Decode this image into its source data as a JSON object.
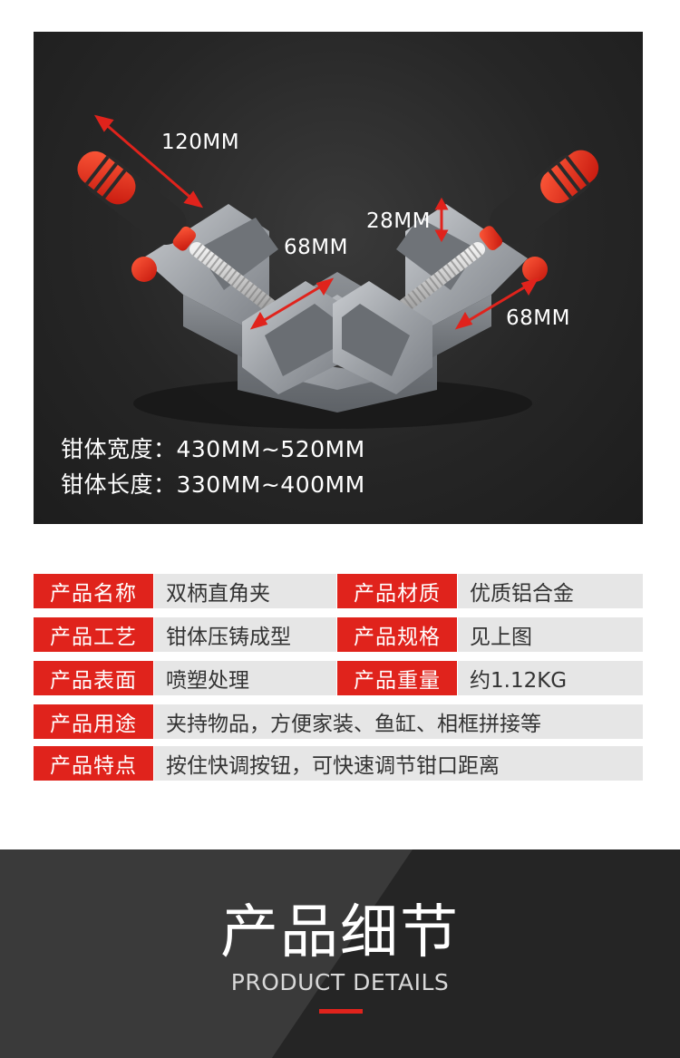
{
  "photo": {
    "dimensions": {
      "handle_length": "120MM",
      "jaw_width_left": "68MM",
      "jaw_height": "28MM",
      "jaw_width_right": "68MM"
    },
    "specs": [
      "钳体宽度：430MM~520MM",
      "钳体长度：330MM~400MM"
    ]
  },
  "spec_table": {
    "rows": [
      {
        "label1": "产品名称",
        "value1": "双柄直角夹",
        "label2": "产品材质",
        "value2": "优质铝合金"
      },
      {
        "label1": "产品工艺",
        "value1": "钳体压铸成型",
        "label2": "产品规格",
        "value2": "见上图"
      },
      {
        "label1": "产品表面",
        "value1": "喷塑处理",
        "label2": "产品重量",
        "value2": "约1.12KG"
      }
    ],
    "wide_rows": [
      {
        "label": "产品用途",
        "value": "夹持物品，方便家装、鱼缸、相框拼接等"
      },
      {
        "label": "产品特点",
        "value": "按住快调按钮，可快速调节钳口距离"
      }
    ]
  },
  "banner": {
    "title": "产品细节",
    "subtitle": "PRODUCT DETAILS"
  },
  "colors": {
    "accent_red": "#e0231c",
    "label_bg": "#e0231c",
    "value_bg": "#e6e6e6",
    "banner_bg": "#2f2f2f"
  }
}
